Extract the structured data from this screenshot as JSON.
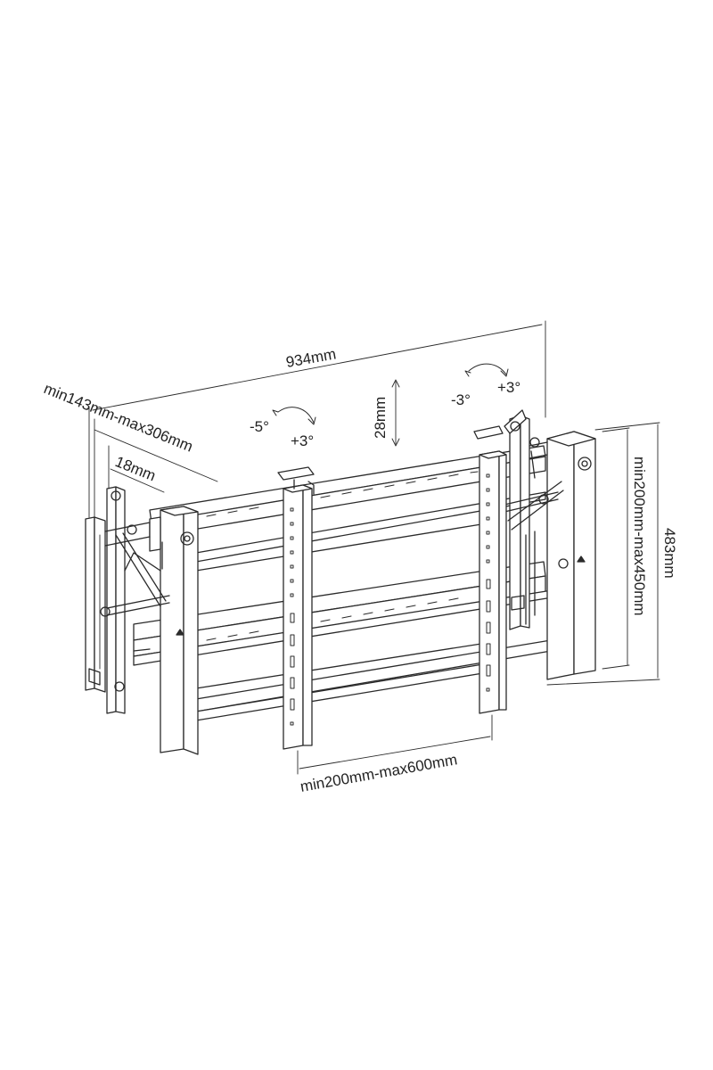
{
  "diagram": {
    "colors": {
      "line": "#2b2b2b",
      "background": "#ffffff"
    },
    "dimensions": {
      "total_width": "934mm",
      "depth_range": "min143mm-max306mm",
      "slim_depth": "18mm",
      "micro_adjust": "28mm",
      "height": "483mm",
      "vertical_vesa": "min200mm-max450mm",
      "horizontal_vesa": "min200mm-max600mm"
    },
    "tilt": {
      "left_neg": "-5°",
      "left_pos": "+3°",
      "right_neg": "-3°",
      "right_pos": "+3°"
    }
  }
}
